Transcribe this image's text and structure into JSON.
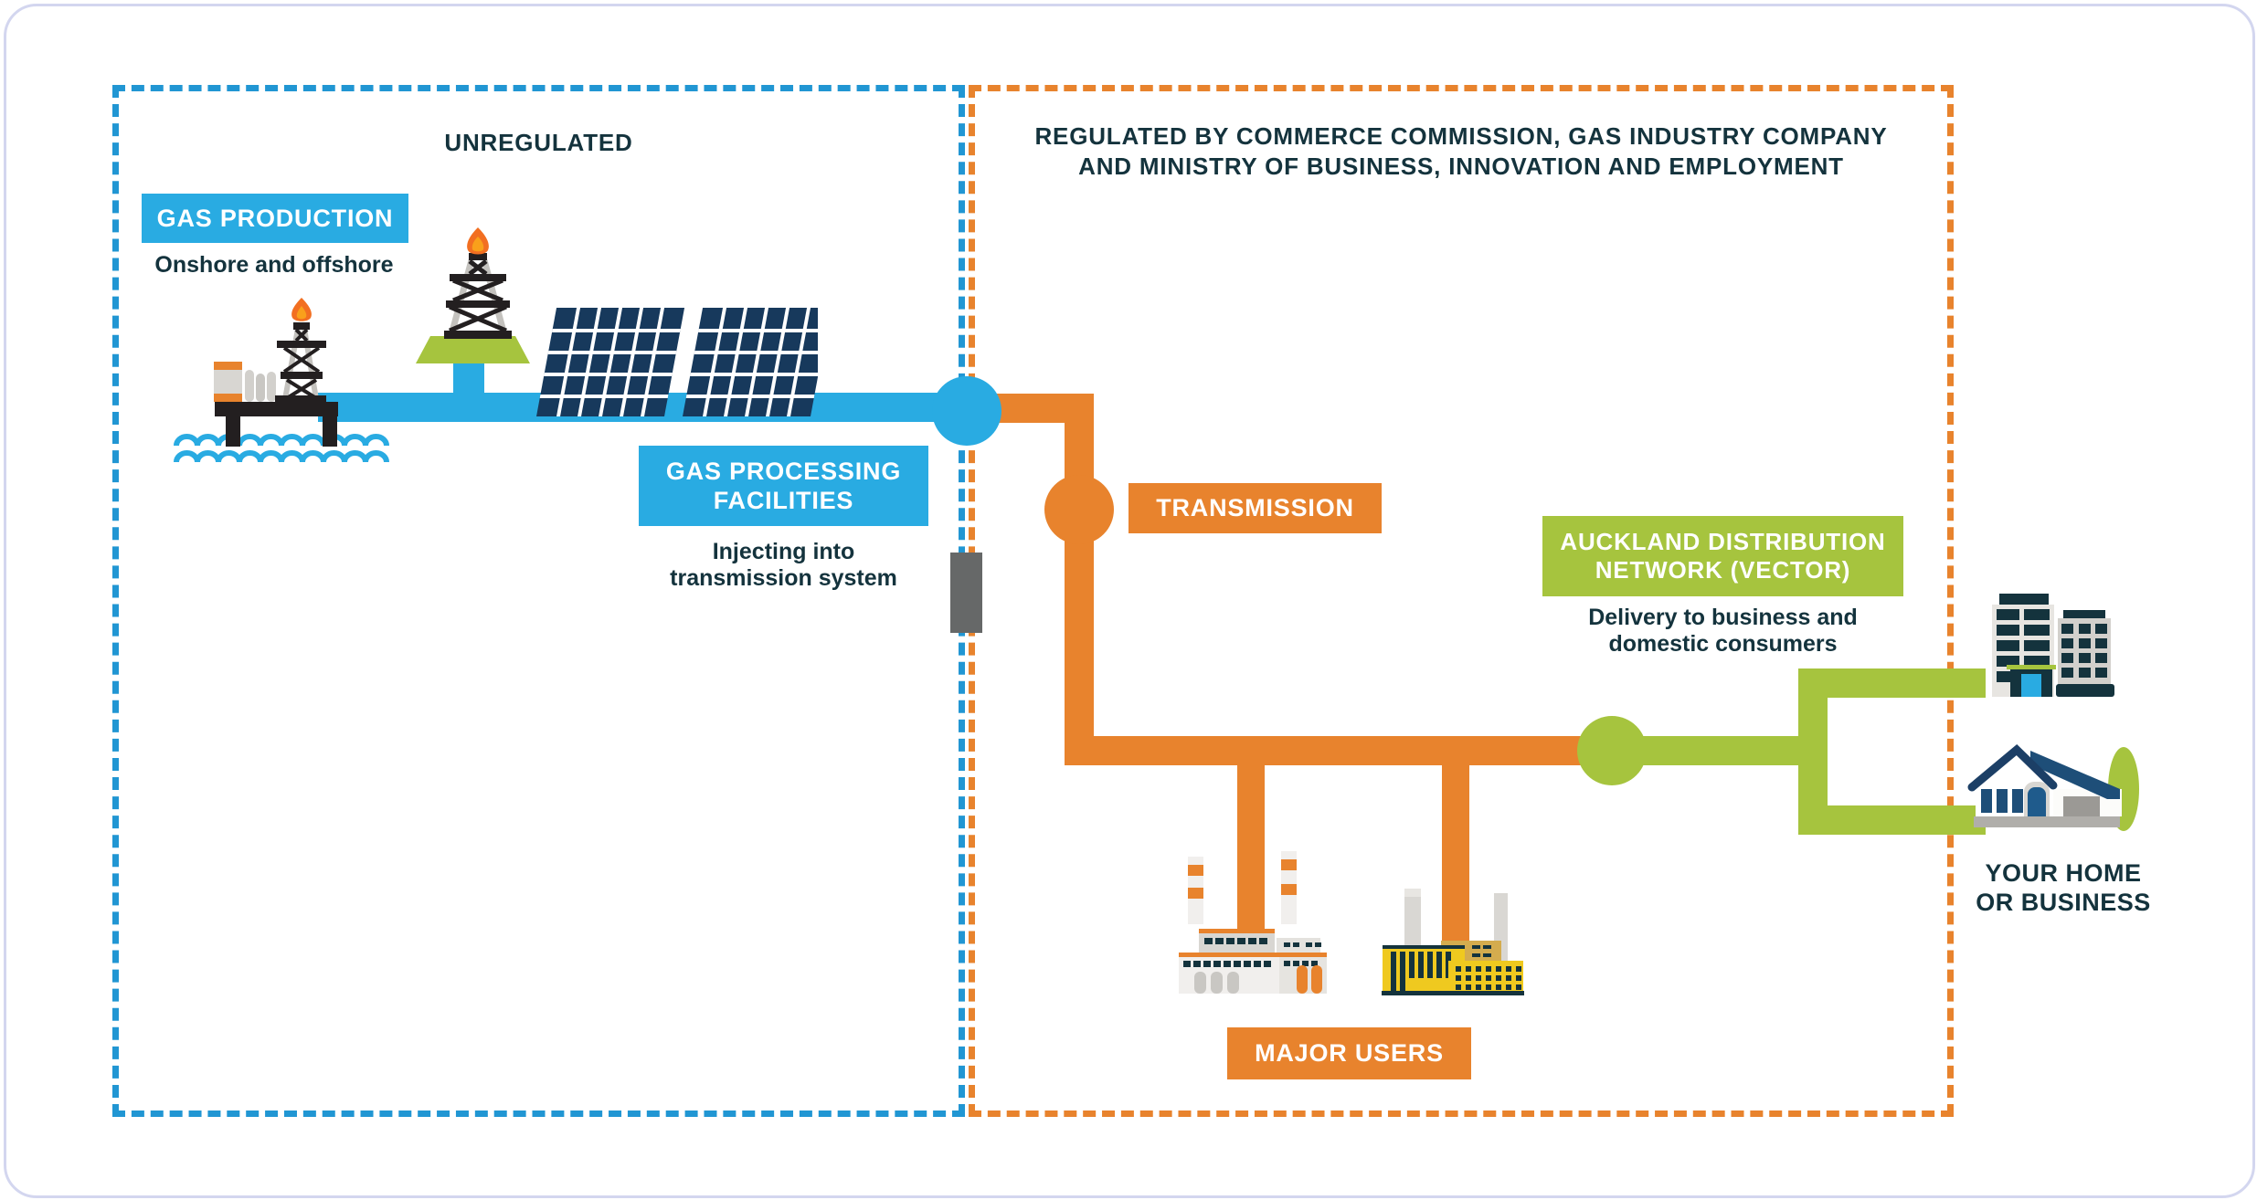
{
  "zones": {
    "unregulated": {
      "title": "UNREGULATED"
    },
    "regulated": {
      "title_line1": "REGULATED BY COMMERCE COMMISSION, GAS INDUSTRY COMPANY",
      "title_line2": "AND MINISTRY OF BUSINESS, INNOVATION AND EMPLOYMENT"
    }
  },
  "stages": {
    "gas_production": {
      "label": "GAS PRODUCTION",
      "caption": "Onshore and offshore"
    },
    "gas_processing": {
      "label_line1": "GAS PROCESSING",
      "label_line2": "FACILITIES",
      "caption_line1": "Injecting into",
      "caption_line2": "transmission system"
    },
    "transmission": {
      "label": "TRANSMISSION"
    },
    "auckland_distribution": {
      "label_line1": "AUCKLAND DISTRIBUTION",
      "label_line2": "NETWORK (VECTOR)",
      "caption_line1": "Delivery to business and",
      "caption_line2": "domestic consumers"
    },
    "major_users": {
      "label": "MAJOR USERS"
    },
    "destination": {
      "label_line1": "YOUR HOME",
      "label_line2": "OR BUSINESS"
    }
  },
  "colors": {
    "pipeline_blue": "#29ABE2",
    "pipeline_orange": "#E8832D",
    "pipeline_green": "#A6C43E",
    "dashed_blue": "#2196D3",
    "dashed_orange": "#E8832D",
    "text_dark": "#14333D",
    "valve_gray": "#666868",
    "frame_border": "#D3D6EF"
  }
}
